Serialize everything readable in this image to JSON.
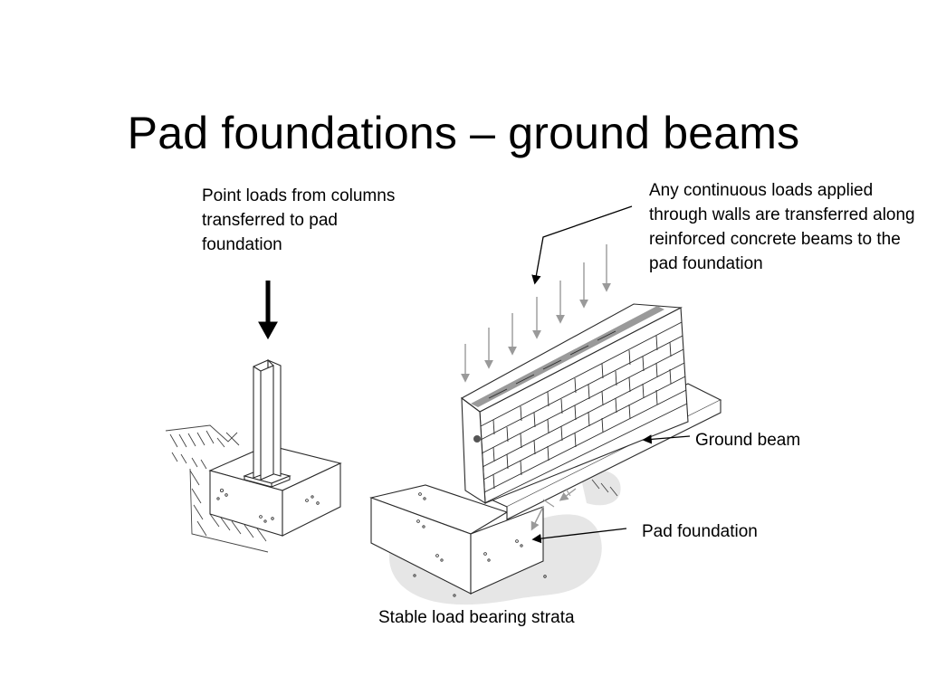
{
  "slide": {
    "title": "Pad foundations – ground beams"
  },
  "labels": {
    "point_loads": "Point loads from columns transferred to pad foundation",
    "continuous_loads": "Any continuous loads applied through walls are transferred along reinforced concrete beams to the pad foundation",
    "ground_beam": "Ground beam",
    "pad_foundation": "Pad foundation",
    "stable_strata": "Stable load bearing strata"
  },
  "colors": {
    "line": "#2a2a2a",
    "arrow_grey": "#9a9a9a",
    "strata_shade": "#e6e6e6"
  }
}
